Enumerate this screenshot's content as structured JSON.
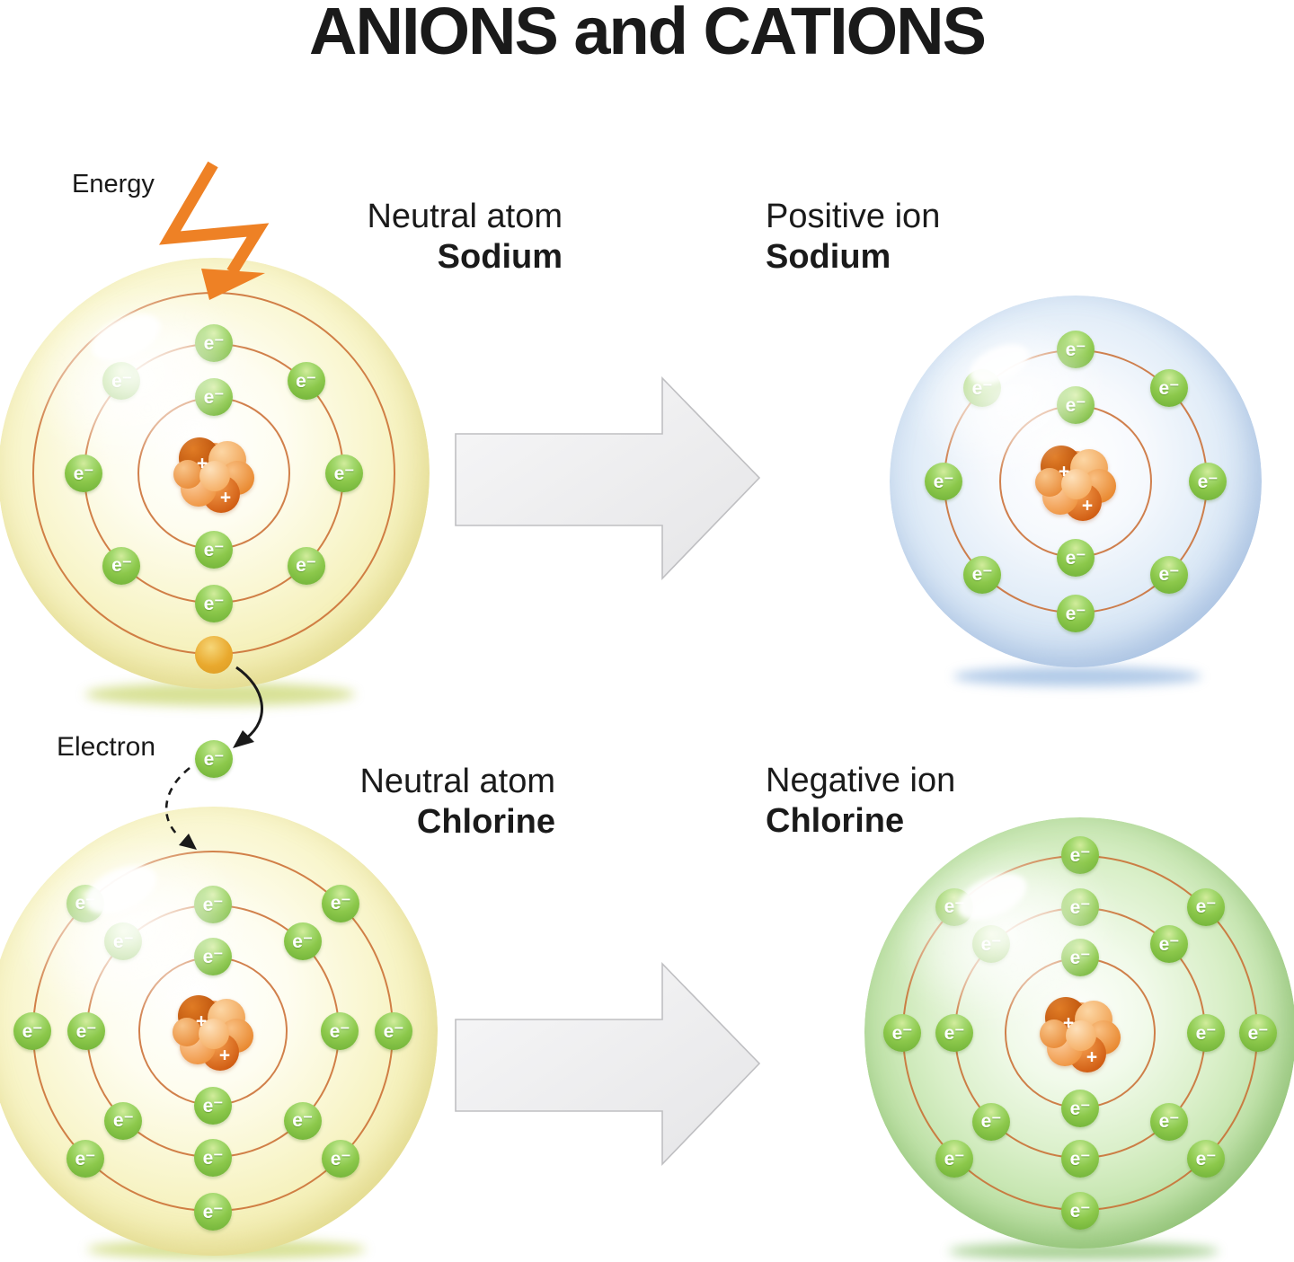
{
  "title": "ANIONS and CATIONS",
  "labels": {
    "energy": "Energy",
    "electron": "Electron"
  },
  "electron_symbol": "e⁻",
  "nucleus_charge_symbol": "+",
  "atoms": [
    {
      "id": "sodium-neutral",
      "caption_line1": "Neutral atom",
      "caption_line2": "Sodium",
      "shells": [
        2,
        8,
        1
      ],
      "departing_electron": true
    },
    {
      "id": "sodium-ion",
      "caption_line1": "Positive ion",
      "caption_line2": "Sodium",
      "shells": [
        2,
        8
      ],
      "departing_electron": false
    },
    {
      "id": "chlorine-neutral",
      "caption_line1": "Neutral atom",
      "caption_line2": "Chlorine",
      "shells": [
        2,
        8,
        7
      ],
      "departing_electron": false
    },
    {
      "id": "chlorine-ion",
      "caption_line1": "Negative ion",
      "caption_line2": "Chlorine",
      "shells": [
        2,
        8,
        8
      ],
      "departing_electron": false
    }
  ],
  "colors": {
    "title_text": "#1a1a1a",
    "label_text": "#1a1a1a",
    "orbit_ring": "#c96a2e",
    "electron_ball": "#8cc84b",
    "electron_text": "#ffffff",
    "nucleus_orange": "#ec8330",
    "energy_bolt": "#ee8125",
    "transfer_arrow": "#1a1a1a",
    "big_arrow_fill_light": "#f7f7f8",
    "big_arrow_fill": "#e5e5e7",
    "big_arrow_border": "#bfbfc2",
    "sphere_yellow": "#efe9a2",
    "sphere_blue": "#b9d2ec",
    "sphere_green": "#8cc671",
    "departing_electron_fill": "#e9a92e",
    "shadow_yellow": "#b8c93f",
    "shadow_blue": "#7fa8d9",
    "shadow_green": "#74b554"
  }
}
